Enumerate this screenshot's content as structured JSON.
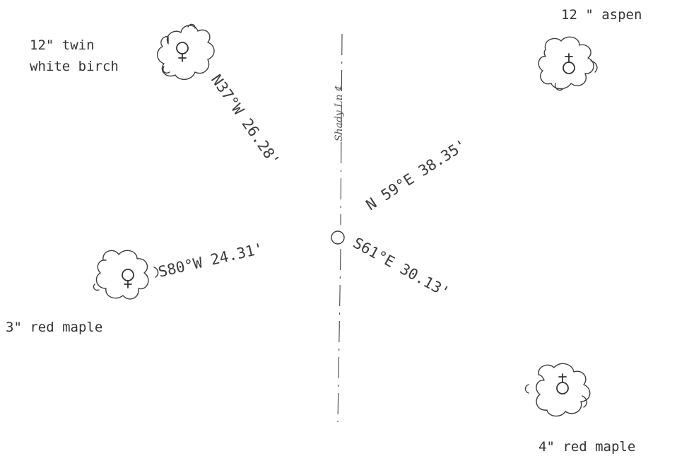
{
  "centerline_label": "Shady Ln ℄",
  "bearings": [
    {
      "id": "nw",
      "text": "N37°W 26.28'"
    },
    {
      "id": "ne",
      "text": "N 59°E 38.35'"
    },
    {
      "id": "sw",
      "text": "S80°W 24.31'"
    },
    {
      "id": "se",
      "text": "S61°E 30.13'"
    }
  ],
  "trees": [
    {
      "id": "nw",
      "label_lines": [
        "12\" twin",
        "white birch"
      ],
      "symbol": "female-symbol"
    },
    {
      "id": "ne",
      "label_lines": [
        "12 \" aspen"
      ],
      "symbol": "male-symbol"
    },
    {
      "id": "sw",
      "label_lines": [
        "3\" red maple"
      ],
      "symbol": "female-symbol"
    },
    {
      "id": "se",
      "label_lines": [
        "4\" red maple"
      ],
      "symbol": "male-symbol"
    }
  ]
}
